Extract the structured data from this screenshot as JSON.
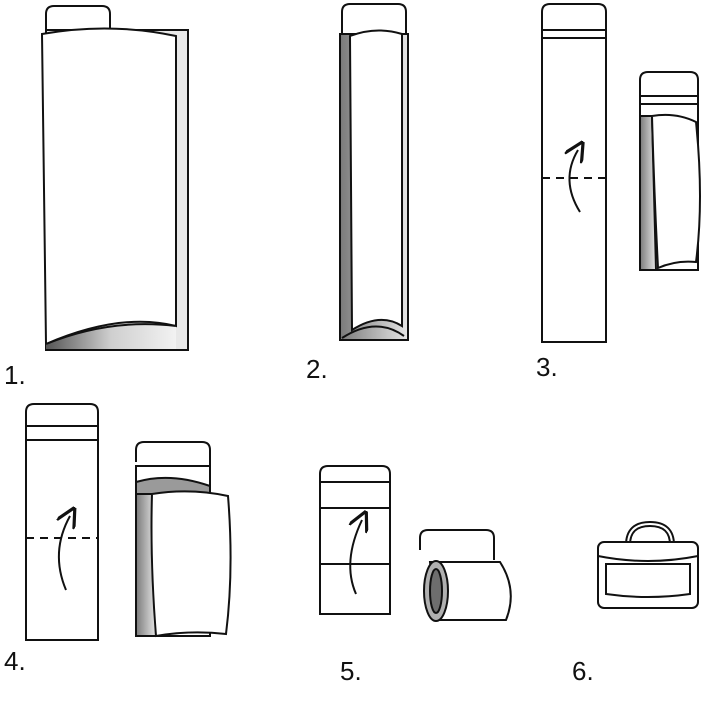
{
  "colors": {
    "stroke": "#111111",
    "paper": "#ffffff",
    "shade": "#c8c8c8",
    "shade_dark": "#8a8a8a"
  },
  "steps": [
    {
      "label": "1."
    },
    {
      "label": "2."
    },
    {
      "label": "3."
    },
    {
      "label": "4."
    },
    {
      "label": "5."
    },
    {
      "label": "6."
    }
  ]
}
